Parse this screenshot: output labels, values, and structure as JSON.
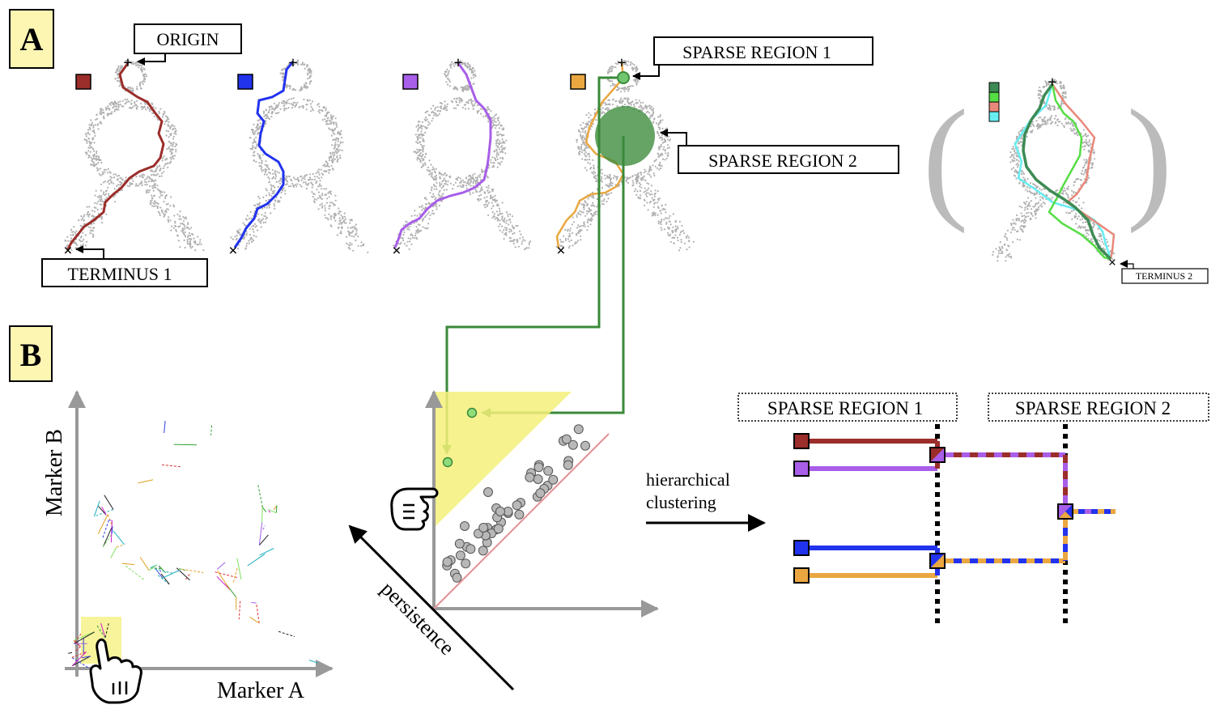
{
  "panel_a": {
    "letter": "A",
    "callouts": {
      "origin": "ORIGIN",
      "terminus_1": "TERMINUS 1",
      "sparse_region_1": "SPARSE REGION 1",
      "sparse_region_2": "SPARSE REGION 2",
      "terminus_2": "TERMINUS 2"
    },
    "paths": [
      {
        "color": "#9b2d2a"
      },
      {
        "color": "#2233ee"
      },
      {
        "color": "#a85ee8"
      },
      {
        "color": "#eaa741"
      }
    ],
    "overlay_colors": [
      "#3d8a55",
      "#55dd44",
      "#e8887a",
      "#66eef2"
    ],
    "origin_glyph": "+",
    "terminus_glyph": "×"
  },
  "panel_b": {
    "letter": "B",
    "scatter": {
      "x_label": "Marker A",
      "y_label": "Marker B"
    },
    "persistence": {
      "axis_label": "persistence"
    },
    "arrow_label_line1": "hierarchical",
    "arrow_label_line2": "clustering",
    "dendrogram": {
      "region_1": "SPARSE REGION 1",
      "region_2": "SPARSE REGION 2"
    }
  },
  "colors": {
    "gray_points": "#b0b0b0",
    "green": "#3a8a3a",
    "highlight_yellow": "#f4f07a",
    "panel_box": "#fdf6b3"
  }
}
